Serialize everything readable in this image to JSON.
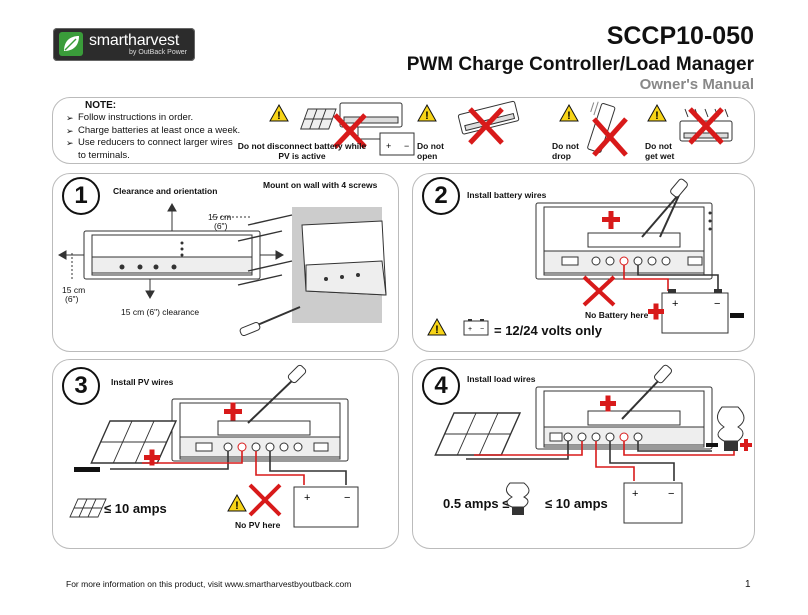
{
  "header": {
    "brand_name": "smartharvest",
    "brand_sub": "by OutBack Power",
    "model": "SCCP10-050",
    "product": "PWM Charge Controller/Load Manager",
    "doc_type": "Owner's Manual"
  },
  "note": {
    "title": "NOTE:",
    "items": [
      "Follow instructions in order.",
      "Charge batteries at least once a week.",
      "Use reducers to connect larger wires to terminals."
    ],
    "warnings": {
      "pv_active": "Do not disconnect battery while PV is active",
      "open": "Do not open",
      "drop": "Do not drop",
      "wet": "Do not get wet"
    }
  },
  "steps": {
    "s1": {
      "num": "1",
      "title": "Clearance and orientation",
      "mount": "Mount on wall with 4 screws",
      "top_clear": "15 cm",
      "top_clear_in": "(6\")",
      "left_clear": "15 cm",
      "left_clear_in": "(6\")",
      "bottom_clear": "15 cm (6\") clearance"
    },
    "s2": {
      "num": "2",
      "title": "Install battery wires",
      "no_battery": "No Battery here",
      "volts": "= 12/24 volts only"
    },
    "s3": {
      "num": "3",
      "title": "Install PV wires",
      "amps": "≤ 10 amps",
      "no_pv": "No PV here"
    },
    "s4": {
      "num": "4",
      "title": "Install load wires",
      "amps_low": "0.5 amps ≤",
      "amps_high": "≤ 10 amps"
    }
  },
  "footer": {
    "text": "For more information on this product, visit www.smartharvestbyoutback.com",
    "page": "1"
  },
  "colors": {
    "red": "#d81a1a",
    "brand_green": "#3a9c3a",
    "gray_text": "#888888",
    "warn_yellow": "#f7d417"
  }
}
